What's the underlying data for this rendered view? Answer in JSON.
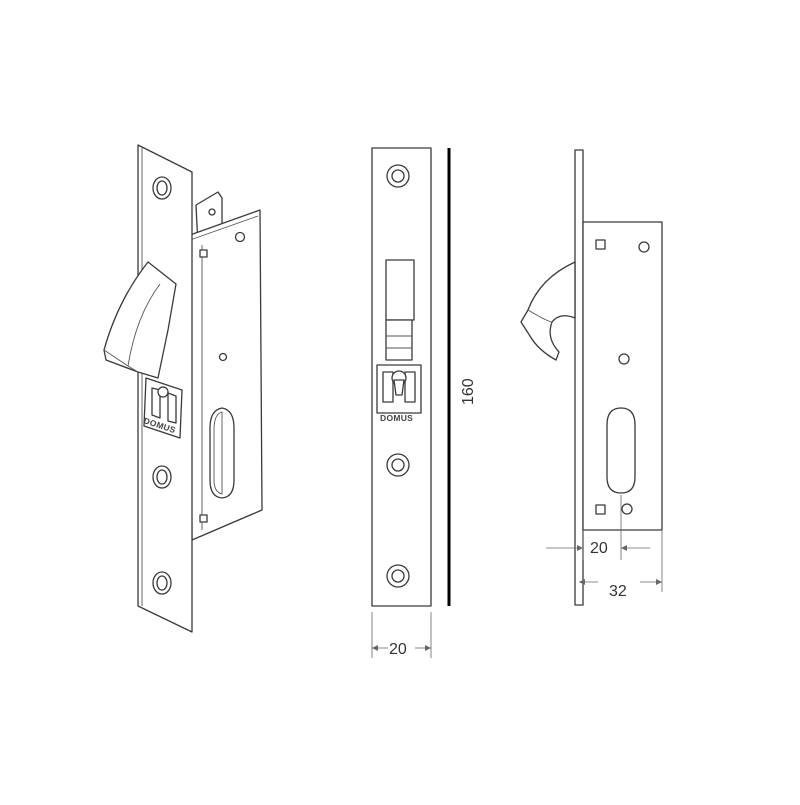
{
  "brand": {
    "logo_text": "DOMUS"
  },
  "dimensions": {
    "front_height": "160",
    "front_width": "20",
    "side_backset": "20",
    "side_depth": "32"
  },
  "colors": {
    "line": "#3a3a3a",
    "background": "#ffffff",
    "height_bar": "#000000"
  },
  "views": [
    "perspective-view",
    "front-view",
    "side-view"
  ]
}
